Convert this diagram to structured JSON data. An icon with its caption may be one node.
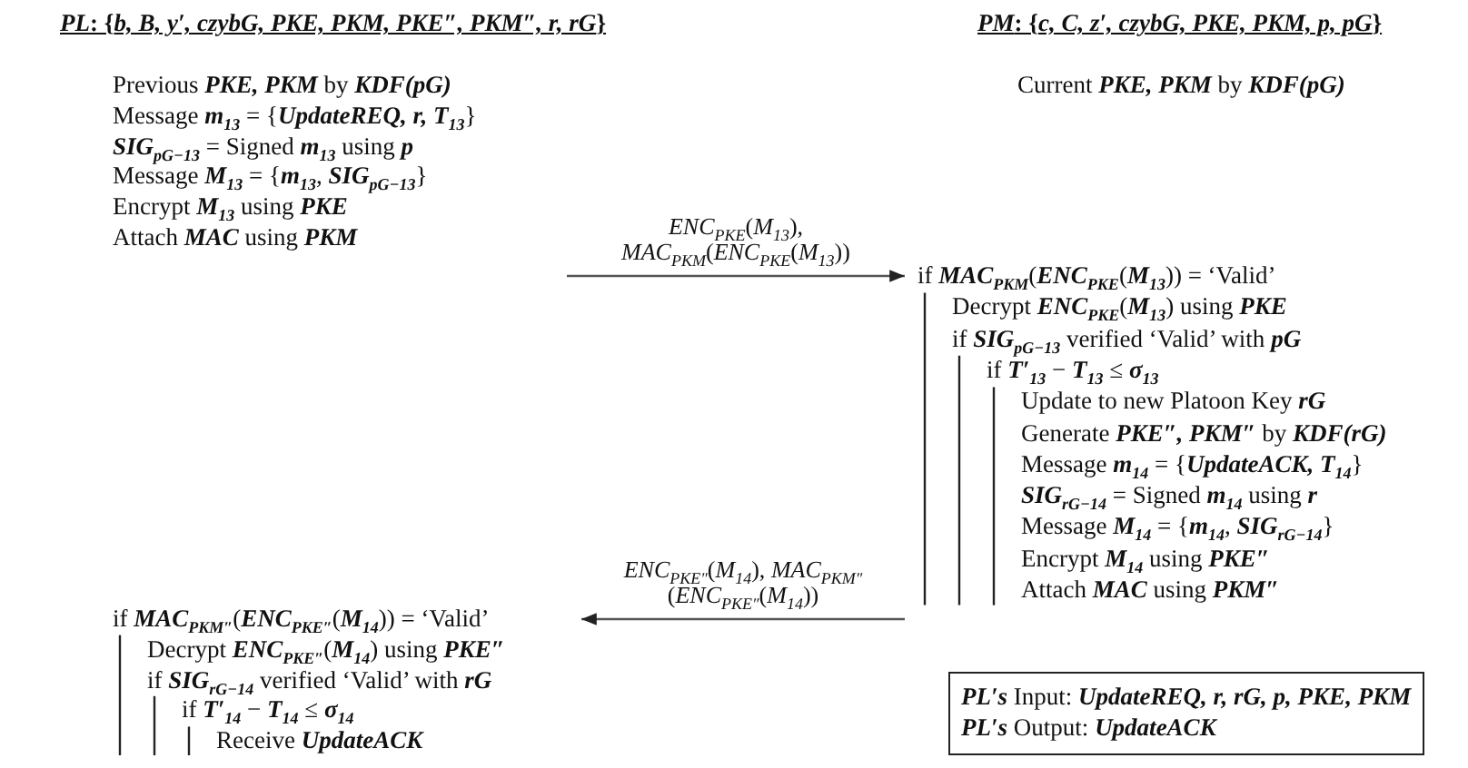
{
  "diagram": {
    "nodes": [
      {
        "text": [
          "Previous **PKE, PKM** by **KDF(pG)**",
          "Message **m**$_{13}$ = {**UpdateREQ, r, T**$_{13}$}",
          "**SIG**$_{pG−13}$ = Signed **m**$_{13}$ using **p**",
          "Message **M**$_{13}$ = {**m**$_{13}$, **SIG**$_{pG−13}$}",
          "Encrypt **M**$_{13}$ using **PKE**",
          "Attach **MAC** using **PKM**"
        ]
      },
      {
        "text": [
          "if **MAC**$_{PKM}$(**ENC**$_{PKE}$(**M**$_{13}$)) = ‘Valid’",
          "Decrypt **ENC**$_{PKE}$(**M**$_{13}$) using **PKE**",
          "if **SIG**$_{pG−13}$ verified ‘Valid’ with **pG**",
          "if **T′**$_{13}$ − **T**$_{13}$ ≤ **σ**$_{13}$",
          "Update to new Platoon Key **rG**",
          "Generate **PKE″, PKM″** by **KDF(rG)**",
          "Message **m**$_{14}$ = {**UpdateACK, T**$_{14}$}",
          "**SIG**$_{rG−14}$ = Signed **m**$_{14}$ using **r**",
          "Message **M**$_{14}$ = {**m**$_{14}$, **SIG**$_{rG−14}$}",
          "Encrypt **M**$_{14}$ using **PKE″**",
          "Attach **MAC** using **PKM″**"
        ]
      },
      {
        "text": [
          "if **MAC**$_{PKM″}$(**ENC**$_{PKE″}$(**M**$_{14}$)) = ‘Valid’",
          "Decrypt **ENC**$_{PKE″}$(**M**$_{14}$) using **PKE″**",
          "if **SIG**$_{rG−14}$ verified ‘Valid’ with **rG**",
          "if **T′**$_{14}$ − **T**$_{14}$ ≤ **σ**$_{14}$",
          "Receive **UpdateACK**"
        ]
      },
      {
        "text": [
          "**PL′s** Input: **UpdateREQ, r, rG, p, PKE, PKM**",
          "**PL′s** Output: **UpdateACK**"
        ]
      }
    ],
    "edges": [
      {
        "from": 0,
        "to": 1,
        "arrow": "to",
        "label": "*ENC*$_{PKE}$(*M*$_{13}$), *MAC*$_{PKM}$(*ENC*$_{PKE}$(*M*$_{13}$))"
      },
      {
        "from": 1,
        "to": 2,
        "arrow": "to",
        "label": "*ENC*$_{PKE″}$(*M*$_{14}$), *MAC*$_{PKM″}$(*ENC*$_{PKE″}$(*M*$_{14}$))"
      }
    ],
    "labels": [
      "**PL**: {**b, B, y′, czybG, PKE, PKM, PKE″, PKM″, r, rG**}",
      "**PM**: {**c, C, z′, czybG, PKE, PKM, p, pG**}",
      "Current **PKE, PKM** by **KDF(pG)**"
    ]
  }
}
